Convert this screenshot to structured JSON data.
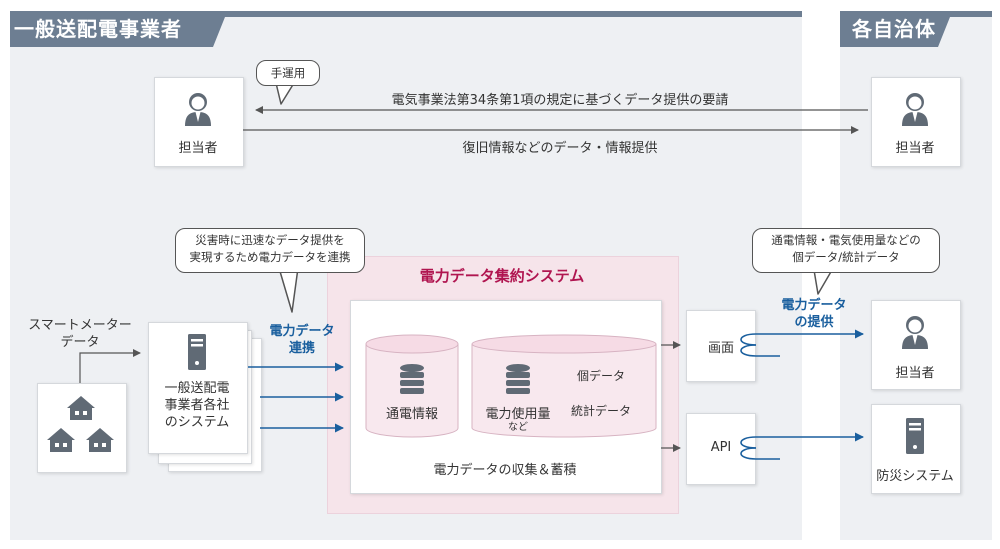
{
  "headers": {
    "left": "一般送配電事業者",
    "right": "各自治体"
  },
  "top_flow": {
    "person_left_label": "担当者",
    "person_right_label": "担当者",
    "bubble": "手運用",
    "request_text": "電気事業法第34条第1項の規定に基づくデータ提供の要請",
    "response_text": "復旧情報などのデータ・情報提供"
  },
  "bottom_flow": {
    "bubble_left": [
      "災害時に迅速なデータ提供を",
      "実現するため電力データを連携"
    ],
    "bubble_right": [
      "通電情報・電気使用量などの",
      "個データ/統計データ"
    ],
    "smart_meter": [
      "スマートメーター",
      "データ"
    ],
    "company_system": [
      "一般送配電",
      "事業者各社",
      "のシステム"
    ],
    "link_label": [
      "電力データ",
      "連携"
    ],
    "aggregation_title": "電力データ集約システム",
    "db_power_status": "通電情報",
    "db_usage": "電力使用量",
    "db_usage_sub": "など",
    "tag_individual": "個データ",
    "tag_statistics": "統計データ",
    "collection_label": "電力データの収集＆蓄積",
    "screen_label": "画面",
    "api_label": "API",
    "provide_label": [
      "電力データ",
      "の提供"
    ],
    "person_label": "担当者",
    "disaster_system_label": "防災システム"
  },
  "colors": {
    "header_bg": "#6d7e92",
    "panel_bg": "#eef0f3",
    "aggregation_bg": "#f6e4ea",
    "arrow_blue": "#1a5f9e",
    "title_magenta": "#b01550",
    "icon_gray": "#606a75"
  },
  "icons": [
    "person-icon",
    "server-icon",
    "house-icon",
    "database-icon"
  ]
}
